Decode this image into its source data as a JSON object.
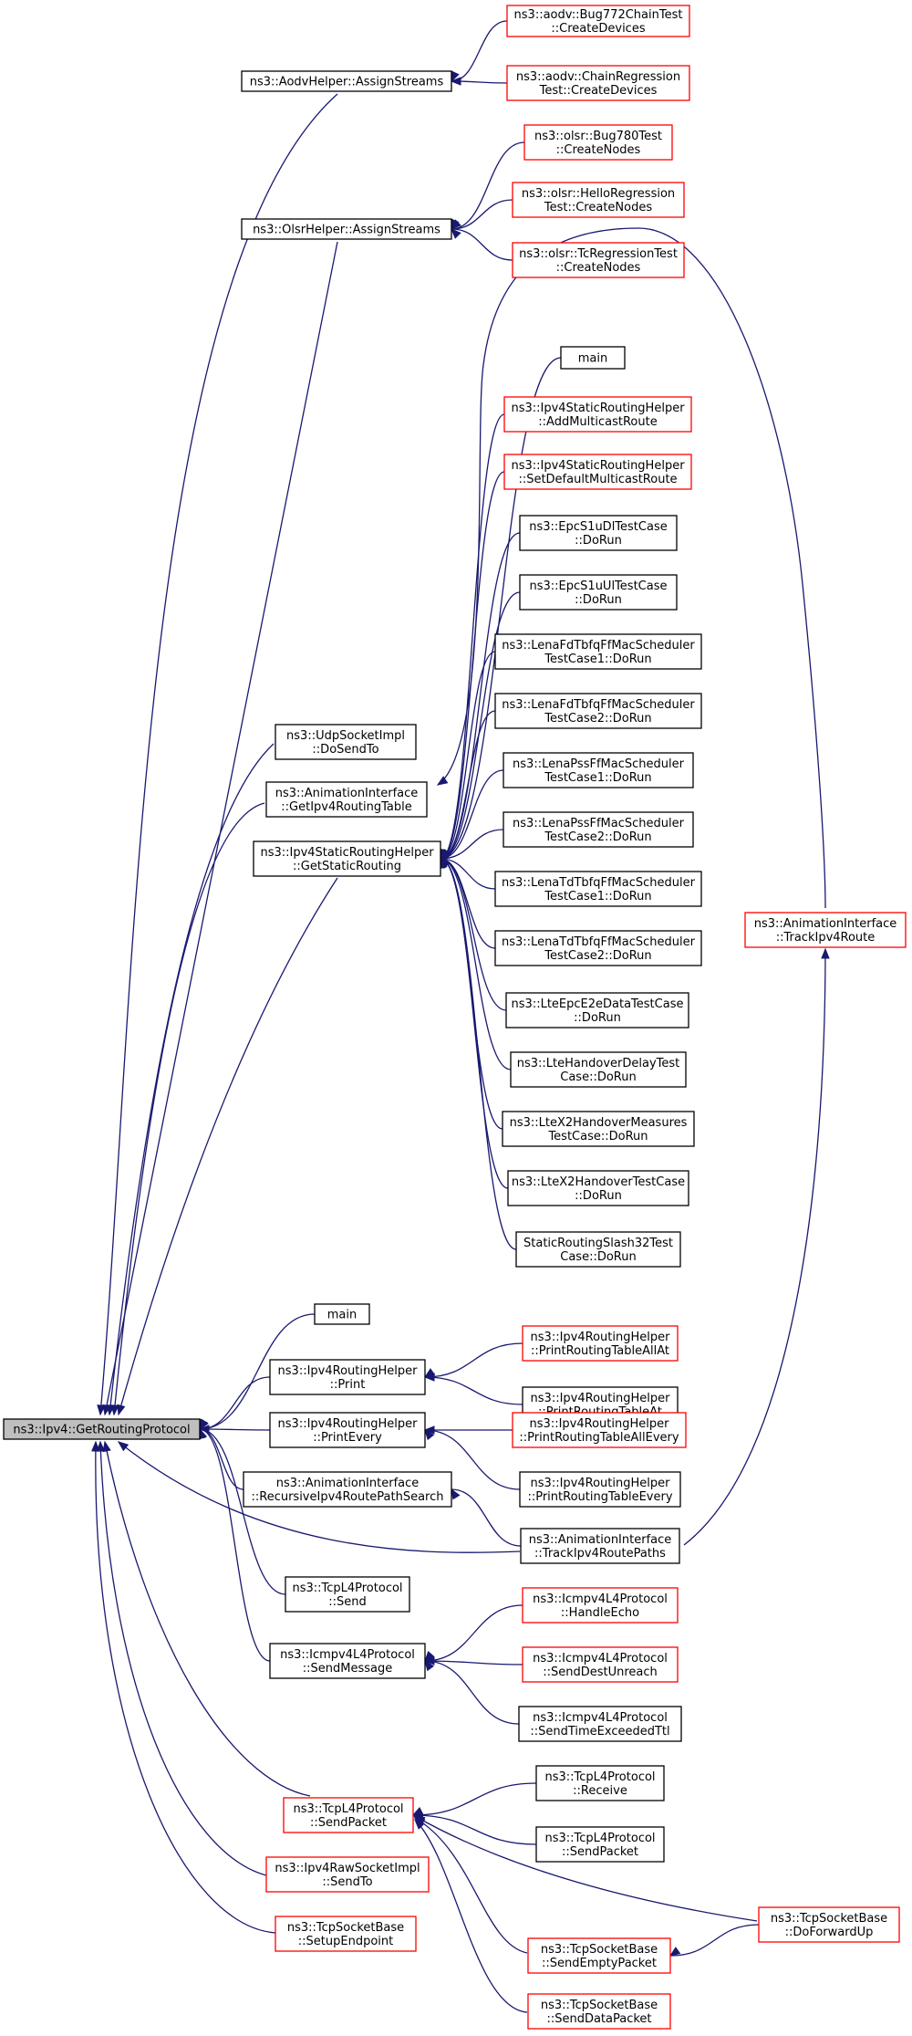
{
  "colors": {
    "edge": "#191970",
    "node_border_default": "#000000",
    "node_border_truncated": "#ff0000",
    "root_fill": "#bfbfbf"
  },
  "nodes": [
    {
      "id": "root",
      "lines": [
        "ns3::Ipv4::GetRoutingProtocol"
      ],
      "style": "root"
    },
    {
      "id": "aodv_assign",
      "lines": [
        "ns3::AodvHelper::AssignStreams"
      ],
      "style": "black"
    },
    {
      "id": "aodv_bug772",
      "lines": [
        "ns3::aodv::Bug772ChainTest",
        "::CreateDevices"
      ],
      "style": "red"
    },
    {
      "id": "aodv_chain",
      "lines": [
        "ns3::aodv::ChainRegression",
        "Test::CreateDevices"
      ],
      "style": "red"
    },
    {
      "id": "olsr_assign",
      "lines": [
        "ns3::OlsrHelper::AssignStreams"
      ],
      "style": "black"
    },
    {
      "id": "olsr_bug780",
      "lines": [
        "ns3::olsr::Bug780Test",
        "::CreateNodes"
      ],
      "style": "red"
    },
    {
      "id": "olsr_hello",
      "lines": [
        "ns3::olsr::HelloRegression",
        "Test::CreateNodes"
      ],
      "style": "red"
    },
    {
      "id": "olsr_tc",
      "lines": [
        "ns3::olsr::TcRegressionTest",
        "::CreateNodes"
      ],
      "style": "red"
    },
    {
      "id": "main_top",
      "lines": [
        "main"
      ],
      "style": "black"
    },
    {
      "id": "add_mcast",
      "lines": [
        "ns3::Ipv4StaticRoutingHelper",
        "::AddMulticastRoute"
      ],
      "style": "red"
    },
    {
      "id": "set_default_mcast",
      "lines": [
        "ns3::Ipv4StaticRoutingHelper",
        "::SetDefaultMulticastRoute"
      ],
      "style": "red"
    },
    {
      "id": "epc_dl",
      "lines": [
        "ns3::EpcS1uDlTestCase",
        "::DoRun"
      ],
      "style": "black"
    },
    {
      "id": "epc_ul",
      "lines": [
        "ns3::EpcS1uUlTestCase",
        "::DoRun"
      ],
      "style": "black"
    },
    {
      "id": "lena_fd1",
      "lines": [
        "ns3::LenaFdTbfqFfMacScheduler",
        "TestCase1::DoRun"
      ],
      "style": "black"
    },
    {
      "id": "lena_fd2",
      "lines": [
        "ns3::LenaFdTbfqFfMacScheduler",
        "TestCase2::DoRun"
      ],
      "style": "black"
    },
    {
      "id": "lena_pss1",
      "lines": [
        "ns3::LenaPssFfMacScheduler",
        "TestCase1::DoRun"
      ],
      "style": "black"
    },
    {
      "id": "lena_pss2",
      "lines": [
        "ns3::LenaPssFfMacScheduler",
        "TestCase2::DoRun"
      ],
      "style": "black"
    },
    {
      "id": "lena_td1",
      "lines": [
        "ns3::LenaTdTbfqFfMacScheduler",
        "TestCase1::DoRun"
      ],
      "style": "black"
    },
    {
      "id": "lena_td2",
      "lines": [
        "ns3::LenaTdTbfqFfMacScheduler",
        "TestCase2::DoRun"
      ],
      "style": "black"
    },
    {
      "id": "lte_epc_e2e",
      "lines": [
        "ns3::LteEpcE2eDataTestCase",
        "::DoRun"
      ],
      "style": "black"
    },
    {
      "id": "lte_handover_delay",
      "lines": [
        "ns3::LteHandoverDelayTest",
        "Case::DoRun"
      ],
      "style": "black"
    },
    {
      "id": "lte_x2_measures",
      "lines": [
        "ns3::LteX2HandoverMeasures",
        "TestCase::DoRun"
      ],
      "style": "black"
    },
    {
      "id": "lte_x2_handover",
      "lines": [
        "ns3::LteX2HandoverTestCase",
        "::DoRun"
      ],
      "style": "black"
    },
    {
      "id": "static_slash32",
      "lines": [
        "StaticRoutingSlash32Test",
        "Case::DoRun"
      ],
      "style": "black"
    },
    {
      "id": "track_route",
      "lines": [
        "ns3::AnimationInterface",
        "::TrackIpv4Route"
      ],
      "style": "red"
    },
    {
      "id": "udp_send",
      "lines": [
        "ns3::UdpSocketImpl",
        "::DoSendTo"
      ],
      "style": "black"
    },
    {
      "id": "anim_get_table",
      "lines": [
        "ns3::AnimationInterface",
        "::GetIpv4RoutingTable"
      ],
      "style": "black"
    },
    {
      "id": "get_static",
      "lines": [
        "ns3::Ipv4StaticRoutingHelper",
        "::GetStaticRouting"
      ],
      "style": "black"
    },
    {
      "id": "main_mid",
      "lines": [
        "main"
      ],
      "style": "black"
    },
    {
      "id": "rh_print",
      "lines": [
        "ns3::Ipv4RoutingHelper",
        "::Print"
      ],
      "style": "black"
    },
    {
      "id": "print_all_at",
      "lines": [
        "ns3::Ipv4RoutingHelper",
        "::PrintRoutingTableAllAt"
      ],
      "style": "red"
    },
    {
      "id": "print_at",
      "lines": [
        "ns3::Ipv4RoutingHelper",
        "::PrintRoutingTableAt"
      ],
      "style": "black"
    },
    {
      "id": "rh_print_every",
      "lines": [
        "ns3::Ipv4RoutingHelper",
        "::PrintEvery"
      ],
      "style": "black"
    },
    {
      "id": "print_all_every",
      "lines": [
        "ns3::Ipv4RoutingHelper",
        "::PrintRoutingTableAllEvery"
      ],
      "style": "red"
    },
    {
      "id": "print_every_tbl",
      "lines": [
        "ns3::Ipv4RoutingHelper",
        "::PrintRoutingTableEvery"
      ],
      "style": "black"
    },
    {
      "id": "anim_recursive",
      "lines": [
        "ns3::AnimationInterface",
        "::RecursiveIpv4RoutePathSearch"
      ],
      "style": "black"
    },
    {
      "id": "track_paths",
      "lines": [
        "ns3::AnimationInterface",
        "::TrackIpv4RoutePaths"
      ],
      "style": "black"
    },
    {
      "id": "tcp_send",
      "lines": [
        "ns3::TcpL4Protocol",
        "::Send"
      ],
      "style": "black"
    },
    {
      "id": "icmp_send_msg",
      "lines": [
        "ns3::Icmpv4L4Protocol",
        "::SendMessage"
      ],
      "style": "black"
    },
    {
      "id": "icmp_echo",
      "lines": [
        "ns3::Icmpv4L4Protocol",
        "::HandleEcho"
      ],
      "style": "red"
    },
    {
      "id": "icmp_unreach",
      "lines": [
        "ns3::Icmpv4L4Protocol",
        "::SendDestUnreach"
      ],
      "style": "red"
    },
    {
      "id": "icmp_ttl",
      "lines": [
        "ns3::Icmpv4L4Protocol",
        "::SendTimeExceededTtl"
      ],
      "style": "black"
    },
    {
      "id": "tcp_send_packet",
      "lines": [
        "ns3::TcpL4Protocol",
        "::SendPacket"
      ],
      "style": "red"
    },
    {
      "id": "tcp_receive",
      "lines": [
        "ns3::TcpL4Protocol",
        "::Receive"
      ],
      "style": "black"
    },
    {
      "id": "tcp_send_packet2",
      "lines": [
        "ns3::TcpL4Protocol",
        "::SendPacket"
      ],
      "style": "black"
    },
    {
      "id": "tcp_do_forward",
      "lines": [
        "ns3::TcpSocketBase",
        "::DoForwardUp"
      ],
      "style": "red"
    },
    {
      "id": "tcp_empty",
      "lines": [
        "ns3::TcpSocketBase",
        "::SendEmptyPacket"
      ],
      "style": "red"
    },
    {
      "id": "tcp_data",
      "lines": [
        "ns3::TcpSocketBase",
        "::SendDataPacket"
      ],
      "style": "red"
    },
    {
      "id": "raw_send",
      "lines": [
        "ns3::Ipv4RawSocketImpl",
        "::SendTo"
      ],
      "style": "red"
    },
    {
      "id": "tcp_setup",
      "lines": [
        "ns3::TcpSocketBase",
        "::SetupEndpoint"
      ],
      "style": "red"
    }
  ],
  "edges": [
    [
      "aodv_bug772",
      "aodv_assign"
    ],
    [
      "aodv_chain",
      "aodv_assign"
    ],
    [
      "aodv_assign",
      "root"
    ],
    [
      "olsr_bug780",
      "olsr_assign"
    ],
    [
      "olsr_hello",
      "olsr_assign"
    ],
    [
      "olsr_tc",
      "olsr_assign"
    ],
    [
      "olsr_assign",
      "root"
    ],
    [
      "main_top",
      "get_static"
    ],
    [
      "add_mcast",
      "get_static"
    ],
    [
      "set_default_mcast",
      "get_static"
    ],
    [
      "epc_dl",
      "get_static"
    ],
    [
      "epc_ul",
      "get_static"
    ],
    [
      "lena_fd1",
      "get_static"
    ],
    [
      "lena_fd2",
      "get_static"
    ],
    [
      "lena_pss1",
      "get_static"
    ],
    [
      "lena_pss2",
      "get_static"
    ],
    [
      "lena_td1",
      "get_static"
    ],
    [
      "lena_td2",
      "get_static"
    ],
    [
      "lte_epc_e2e",
      "get_static"
    ],
    [
      "lte_handover_delay",
      "get_static"
    ],
    [
      "lte_x2_measures",
      "get_static"
    ],
    [
      "lte_x2_handover",
      "get_static"
    ],
    [
      "static_slash32",
      "get_static"
    ],
    [
      "track_route",
      "anim_get_table"
    ],
    [
      "udp_send",
      "root"
    ],
    [
      "anim_get_table",
      "root"
    ],
    [
      "get_static",
      "root"
    ],
    [
      "main_mid",
      "root"
    ],
    [
      "print_all_at",
      "rh_print"
    ],
    [
      "print_at",
      "rh_print"
    ],
    [
      "rh_print",
      "root"
    ],
    [
      "print_all_every",
      "rh_print_every"
    ],
    [
      "print_every_tbl",
      "rh_print_every"
    ],
    [
      "rh_print_every",
      "root"
    ],
    [
      "track_paths",
      "anim_recursive"
    ],
    [
      "anim_recursive",
      "root"
    ],
    [
      "track_paths",
      "root"
    ],
    [
      "track_paths",
      "track_route"
    ],
    [
      "tcp_send",
      "root"
    ],
    [
      "icmp_echo",
      "icmp_send_msg"
    ],
    [
      "icmp_unreach",
      "icmp_send_msg"
    ],
    [
      "icmp_ttl",
      "icmp_send_msg"
    ],
    [
      "icmp_send_msg",
      "root"
    ],
    [
      "tcp_receive",
      "tcp_send_packet"
    ],
    [
      "tcp_send_packet2",
      "tcp_send_packet"
    ],
    [
      "tcp_do_forward",
      "tcp_send_packet"
    ],
    [
      "tcp_empty",
      "tcp_send_packet"
    ],
    [
      "tcp_data",
      "tcp_send_packet"
    ],
    [
      "tcp_do_forward",
      "tcp_empty"
    ],
    [
      "tcp_send_packet",
      "root"
    ],
    [
      "raw_send",
      "root"
    ],
    [
      "tcp_setup",
      "root"
    ]
  ]
}
